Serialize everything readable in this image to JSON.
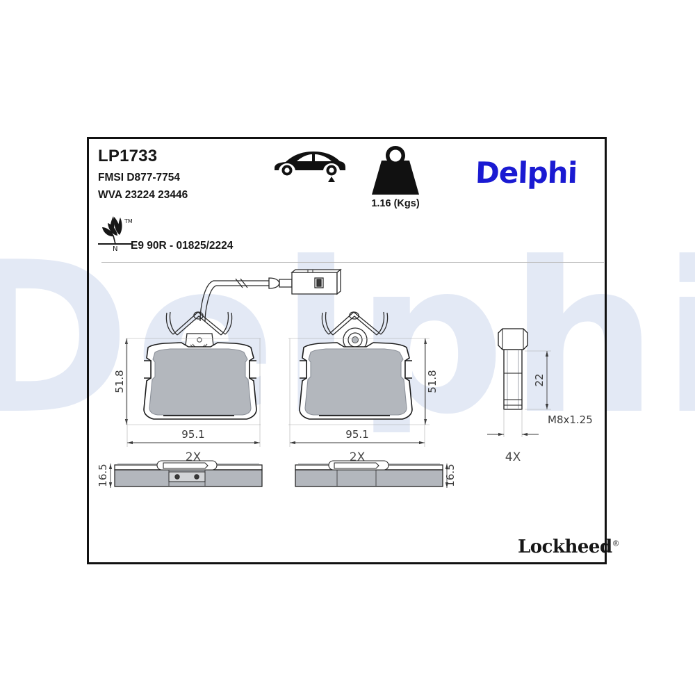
{
  "product": {
    "part_number": "LP1733",
    "fmsi": "FMSI D877-7754",
    "wva": "WVA 23224 23446",
    "ece_approval": "E9 90R - 01825/2224",
    "weight": "1.16 (Kgs)",
    "eco_mark_tm": "TM",
    "eco_mark_n": "N"
  },
  "brands": {
    "primary": "Delphi",
    "secondary": "Lockheed",
    "secondary_mark": "®",
    "watermark": "Delphi",
    "primary_color": "#1a1ad2"
  },
  "icons": {
    "car": "car-rear-axle-icon",
    "weight": "weight-kettlebell-icon",
    "eco": "eco-leaf-icon"
  },
  "dimensions": {
    "pad_left": {
      "width": "95.1",
      "height": "51.8",
      "thickness": "16.5",
      "quantity": "2X"
    },
    "pad_right": {
      "width": "95.1",
      "height": "51.8",
      "thickness": "16.5",
      "quantity": "2X"
    },
    "bolt": {
      "length": "22",
      "thread": "M8x1.25",
      "quantity": "4X"
    }
  },
  "colors": {
    "friction_material": "#b3b7bd",
    "outline": "#1a1a1a",
    "watermark": "#e3e9f5"
  }
}
